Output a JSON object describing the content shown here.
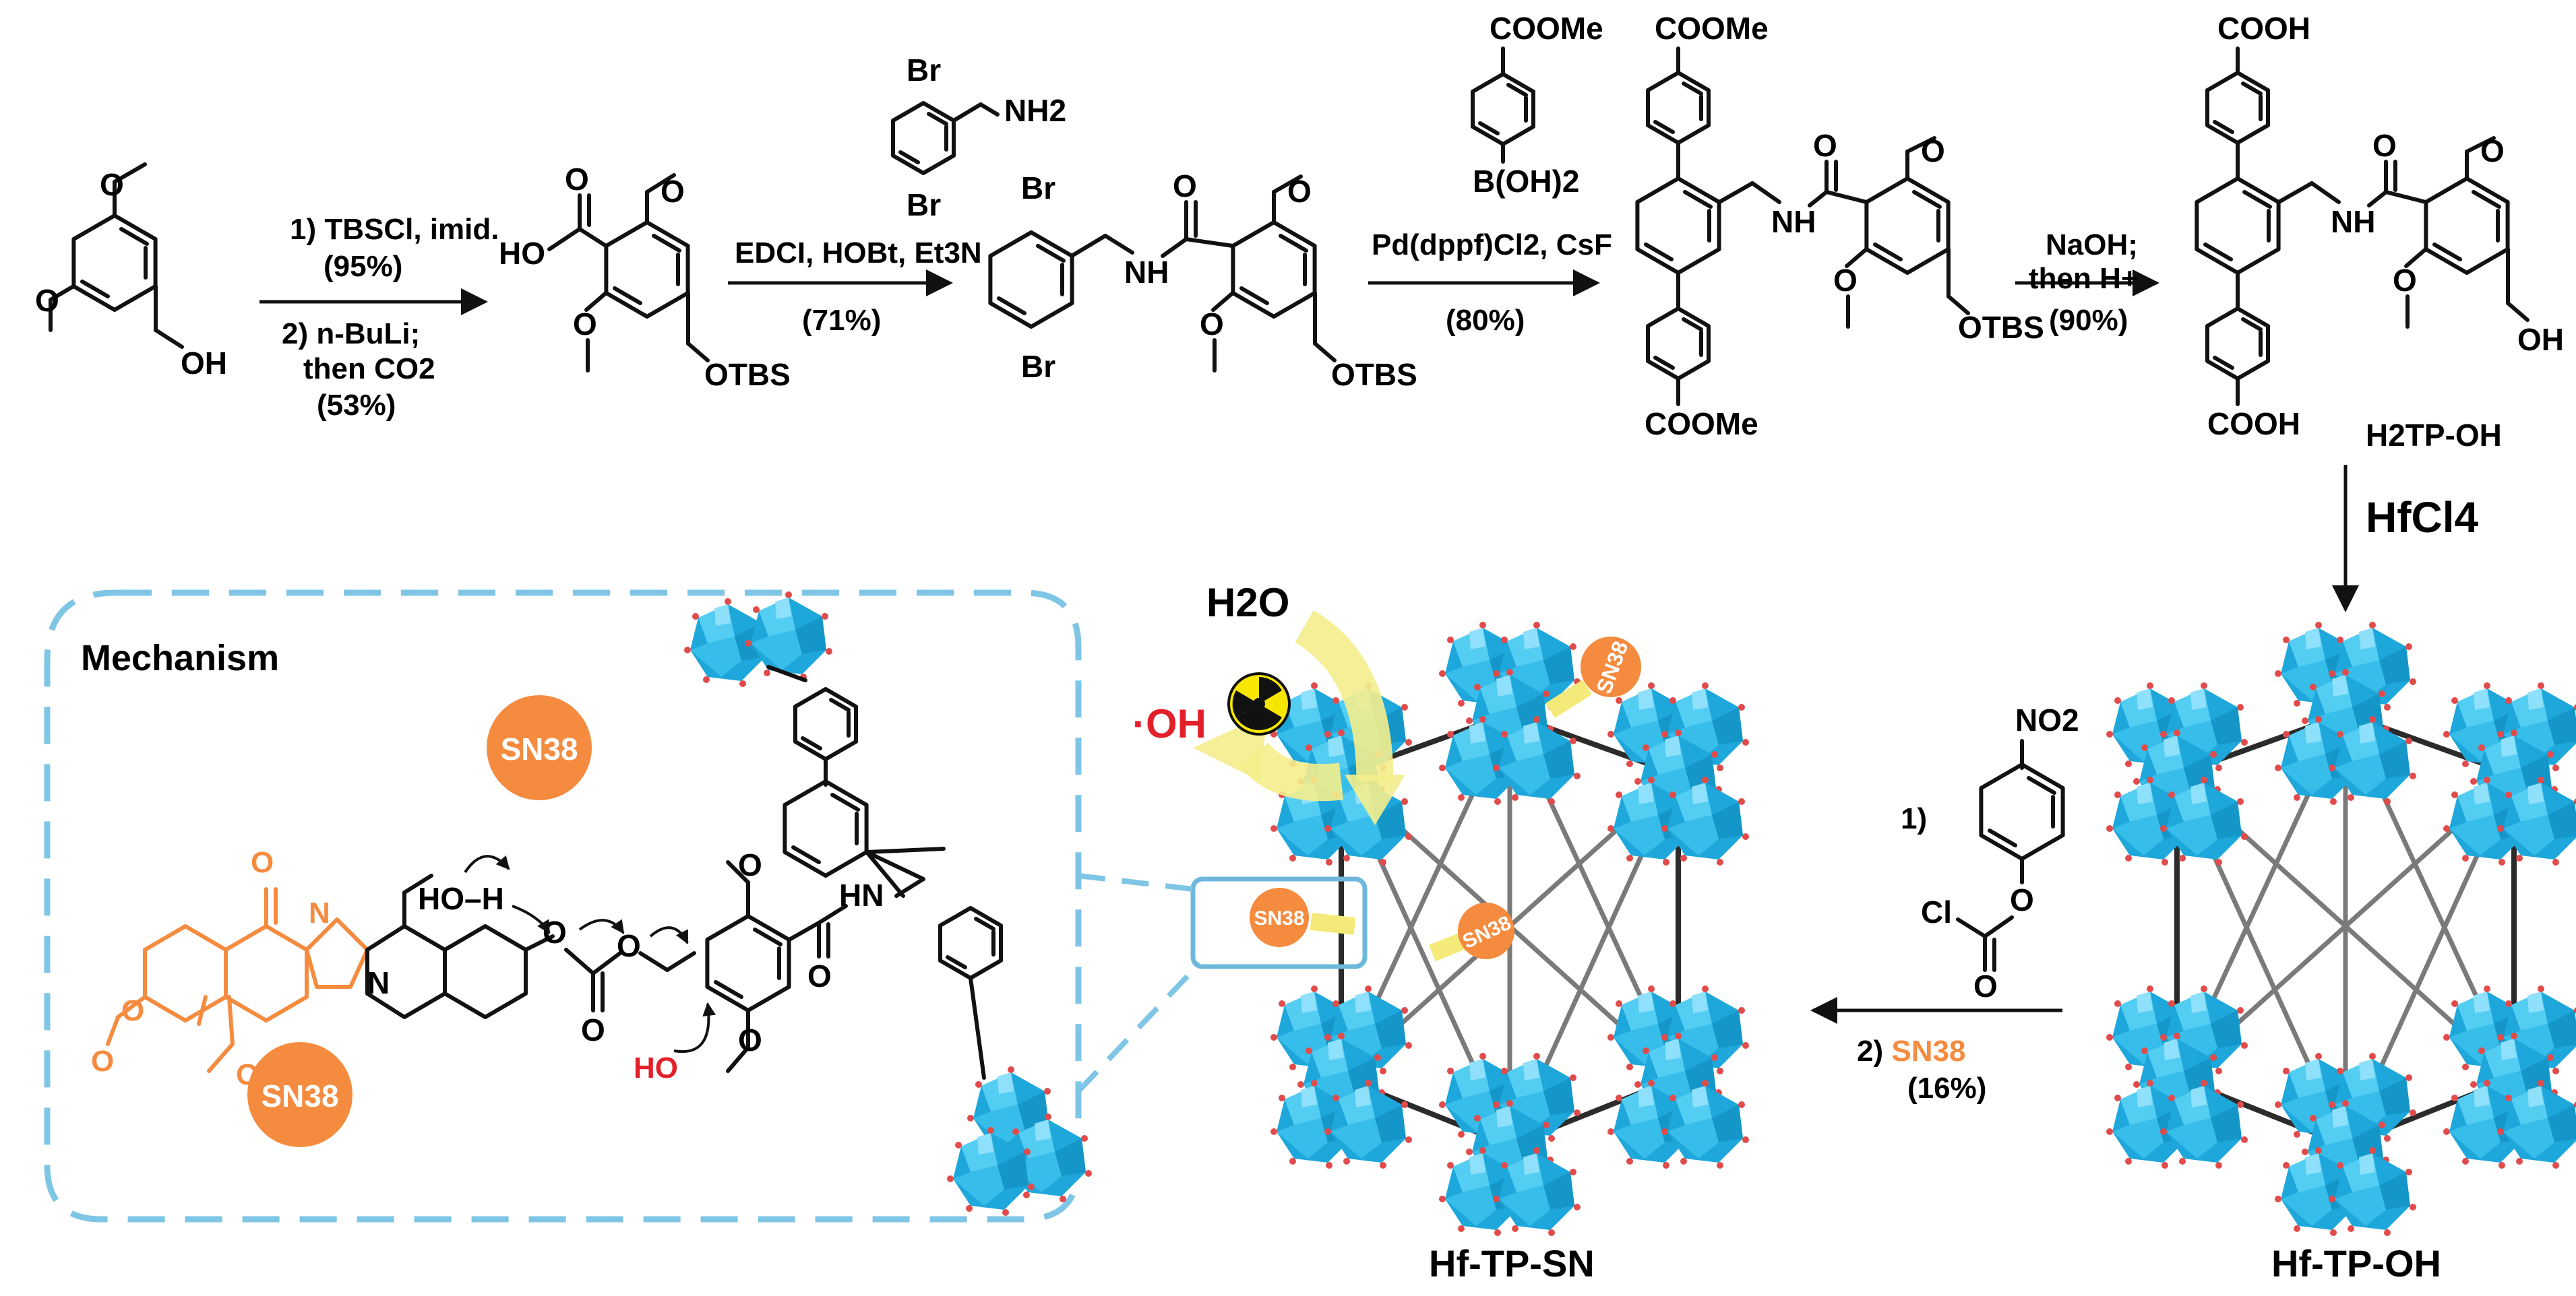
{
  "scheme": {
    "step1": {
      "line1": "1) TBSCl, imid.",
      "line2": "(95%)",
      "line3": "2) n-BuLi;",
      "line4": "then CO2",
      "line5": "(53%)"
    },
    "reagent_amine": {
      "label": "Br",
      "nh2": "NH2",
      "br2": "Br"
    },
    "step2": {
      "line1": "EDCI, HOBt, Et3N",
      "line2": "(71%)"
    },
    "reagent_boronic": {
      "top": "COOMe",
      "bottom": "B(OH)2"
    },
    "step3": {
      "line1": "Pd(dppf)Cl2, CsF",
      "line2": "(80%)"
    },
    "step4": {
      "line1": "NaOH;",
      "line2": "then H+",
      "line3": "(90%)"
    },
    "atoms": {
      "ho": "HO",
      "o": "O",
      "otbs": "OTBS",
      "oh": "OH",
      "nh": "NH",
      "h": "H",
      "n": "N",
      "br": "Br",
      "coome": "COOMe",
      "cooh": "COOH",
      "hn": "HN"
    },
    "ligand_name": "H2TP-OH",
    "hfcl4": "HfCl4",
    "step5": {
      "line1": "1)",
      "no2": "NO2",
      "cl": "Cl",
      "line2_prefix": "2) ",
      "line2_highlight": "SN38",
      "line3": "(16%)"
    }
  },
  "mof_left": {
    "name": "Hf-TP-SN",
    "water": "H2O",
    "radical": "·OH",
    "sn38_tag": "SN38"
  },
  "mof_right": {
    "name": "Hf-TP-OH"
  },
  "mechanism": {
    "title": "Mechanism",
    "sn38_a": "SN38",
    "sn38_b": "SN38",
    "hoh": "HO–H",
    "ho_minus": "HO"
  },
  "colors": {
    "accent_blue": "#23b6e6",
    "orange": "#f58b3f",
    "dash": "#7ec5e6",
    "red": "#e2202a"
  }
}
